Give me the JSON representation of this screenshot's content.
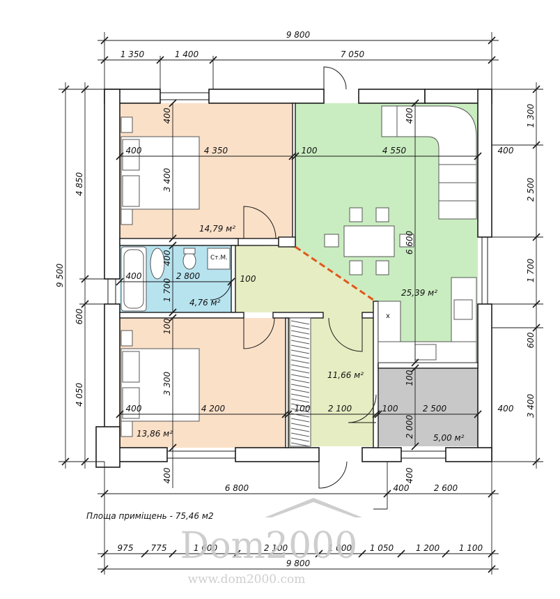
{
  "colors": {
    "bedroom": "#fbe0c8",
    "living": "#c9edc0",
    "bathroom": "#b7e3ef",
    "hall": "#e6edc2",
    "storage": "#c8c8c8",
    "wall": "#1a1a1a",
    "partition_line": "#e1561c",
    "watermark": "#c9c9c9"
  },
  "dims": {
    "top_total": "9 800",
    "top_segments": [
      "1 350",
      "1 400",
      "7 050"
    ],
    "left_total": "9 500",
    "left_segments": [
      "4 850",
      "600",
      "4 050"
    ],
    "right_segments": [
      "1 300",
      "2 500",
      "1 700",
      "600",
      "3 400"
    ],
    "bottom_mid": [
      "6 800",
      "2 600"
    ],
    "bottom_segments": [
      "975",
      "775",
      "1 600",
      "2 100",
      "1 000",
      "1 050",
      "1 200",
      "1 100"
    ],
    "bottom_total": "9 800"
  },
  "inner_dims": {
    "bed1_top": "400",
    "bed1_left": "400",
    "bed1_width": "4 350",
    "bed1_height": "3 400",
    "wall_100_a": "100",
    "living_width": "4 550",
    "living_400": "400",
    "living_right_400": "400",
    "living_height": "6 600",
    "bath_w_400": "400",
    "bath_width": "2 800",
    "bath_height": "1 700",
    "bath_top_400": "400",
    "bath_100": "100",
    "bed2_100": "100",
    "bed2_left": "400",
    "bed2_width": "4 200",
    "bed2_height": "3 300",
    "bed2_wall_100": "100",
    "hall_width": "2 100",
    "hall_100": "100",
    "store_100": "100",
    "store_width": "2 500",
    "store_height": "2 000",
    "store_right_400": "400",
    "store_top_100": "100",
    "bottom_400_left": "400",
    "bottom_400_mid": "400",
    "bottom_400_right": "400"
  },
  "rooms": {
    "bedroom1_area": "14,79 м²",
    "living_area": "25,39 м²",
    "bathroom_area": "4,76 м²",
    "hall_area": "11,66 м²",
    "bedroom2_area": "13,86 м²",
    "storage_area": "5,00 м²",
    "wc_label": "Ст.М.",
    "stove_mark": "x"
  },
  "total_area": "Площа приміщень - 75,46 м2",
  "watermark": {
    "logo": "Dom2000",
    "url": "www.dom2000.com"
  }
}
